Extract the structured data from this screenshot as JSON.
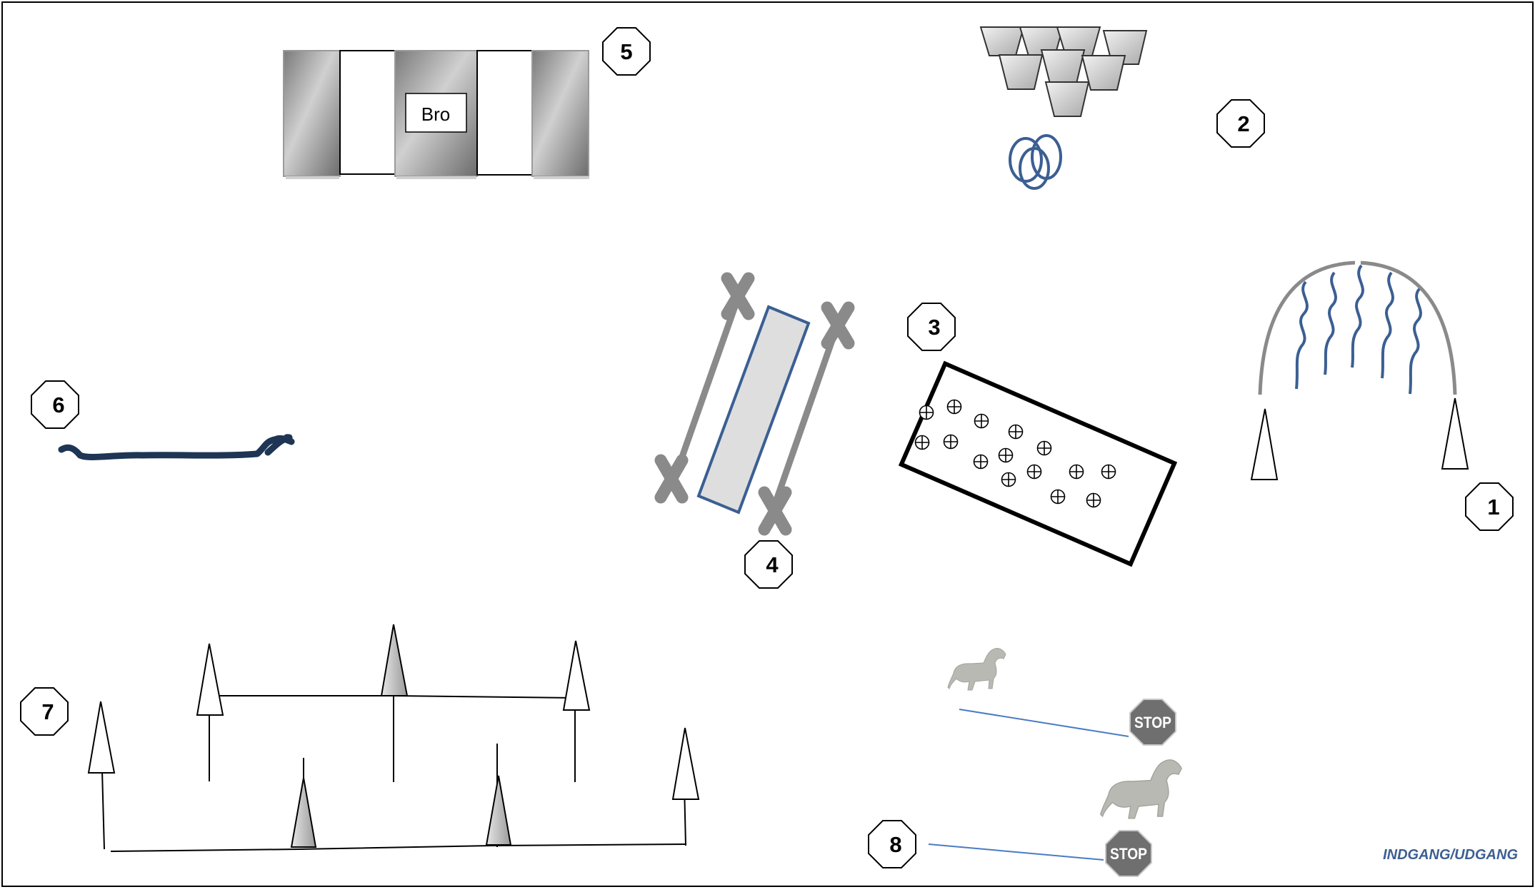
{
  "stations": {
    "s1": "1",
    "s2": "2",
    "s3": "3",
    "s4": "4",
    "s5": "5",
    "s6": "6",
    "s7": "7",
    "s8": "8"
  },
  "bridge": {
    "label": "Bro"
  },
  "stop_signs": {
    "top": "STOP",
    "bottom": "STOP"
  },
  "entrance": {
    "label": "INDGANG/UDGANG"
  },
  "colors": {
    "blue": "#3b5f92",
    "navy": "#1e3555",
    "gray": "#8a8a8a",
    "stop": "#6f6f6f",
    "line_blue": "#4a7bc4"
  }
}
